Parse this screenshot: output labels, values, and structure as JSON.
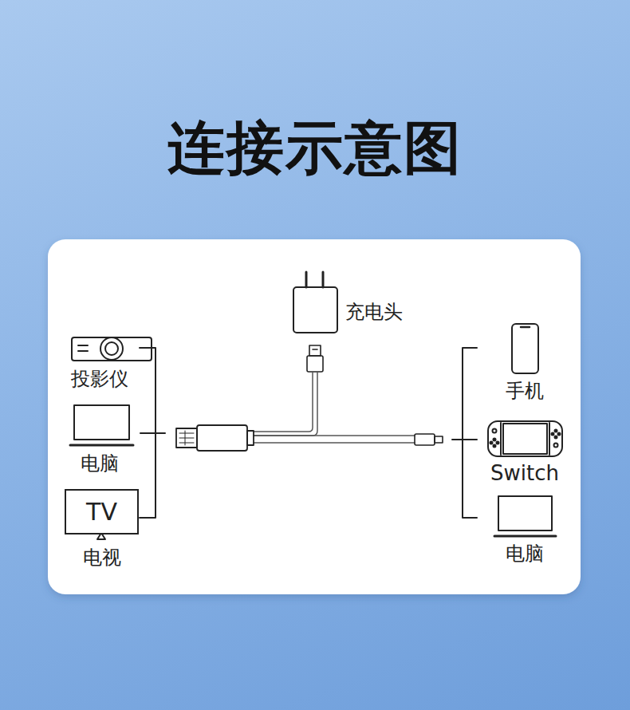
{
  "diagram": {
    "title": "连接示意图",
    "nodes": [
      {
        "text": [
          "投影仪"
        ]
      },
      {
        "text": [
          "电脑"
        ]
      },
      {
        "text": [
          "TV",
          "电视"
        ]
      },
      {
        "text": [
          "充电头"
        ]
      },
      {
        "text": [
          "手机"
        ]
      },
      {
        "text": [
          "Switch"
        ]
      },
      {
        "text": [
          "电脑"
        ]
      }
    ]
  }
}
